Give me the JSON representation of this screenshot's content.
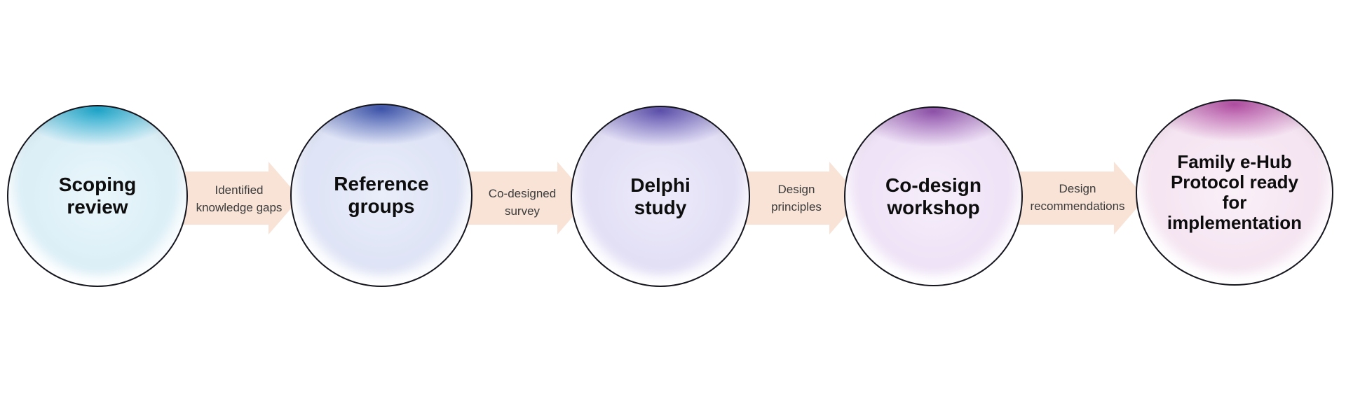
{
  "diagram": {
    "background": "#ffffff",
    "arrow_color": "#f8e3d6",
    "step_text_color": "#0d0d0d",
    "connector_text_color": "#3b3b3b",
    "outline_color": "#15151e",
    "steps": [
      {
        "label": "Scoping\nreview",
        "ring_color": "#1fa8cc",
        "fill_color": "#dceff7",
        "fill_light": "#eaf7fb"
      },
      {
        "label": "Reference\ngroups",
        "ring_color": "#3e55ac",
        "fill_color": "#dfe4f6",
        "fill_light": "#eaeefa"
      },
      {
        "label": "Delphi\nstudy",
        "ring_color": "#5d51ae",
        "fill_color": "#e3e0f6",
        "fill_light": "#edebfa"
      },
      {
        "label": "Co-design\nworkshop",
        "ring_color": "#9153ac",
        "fill_color": "#efe3f7",
        "fill_light": "#f6eefa"
      },
      {
        "label": "Family e-Hub\nProtocol ready\nfor\nimplementation",
        "ring_color": "#b34fa4",
        "fill_color": "#f5e5f2",
        "fill_light": "#faf0f8"
      }
    ],
    "connectors": [
      {
        "label": "Identified\nknowledge gaps"
      },
      {
        "label": "Co-designed\nsurvey"
      },
      {
        "label": "Design\nprinciples"
      },
      {
        "label": "Design\nrecommendations"
      }
    ]
  }
}
